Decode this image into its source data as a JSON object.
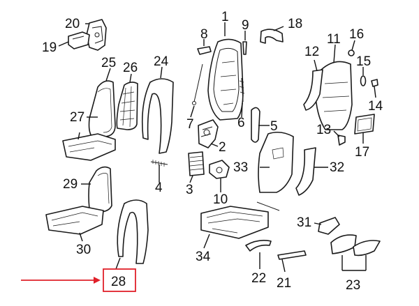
{
  "labels": {
    "p1": "1",
    "p2": "2",
    "p3": "3",
    "p4": "4",
    "p5": "5",
    "p6": "6",
    "p7": "7",
    "p8": "8",
    "p9": "9",
    "p10": "10",
    "p11": "11",
    "p12": "12",
    "p13": "13",
    "p14": "14",
    "p15": "15",
    "p16": "16",
    "p17": "17",
    "p18": "18",
    "p19": "19",
    "p20": "20",
    "p21": "21",
    "p22": "22",
    "p23": "23",
    "p24": "24",
    "p25": "25",
    "p26": "26",
    "p27": "27",
    "p28": "28",
    "p29": "29",
    "p30": "30",
    "p31": "31",
    "p32": "32",
    "p33": "33",
    "p34": "34"
  },
  "highlight": {
    "part": "28",
    "color": "#e0202a"
  }
}
